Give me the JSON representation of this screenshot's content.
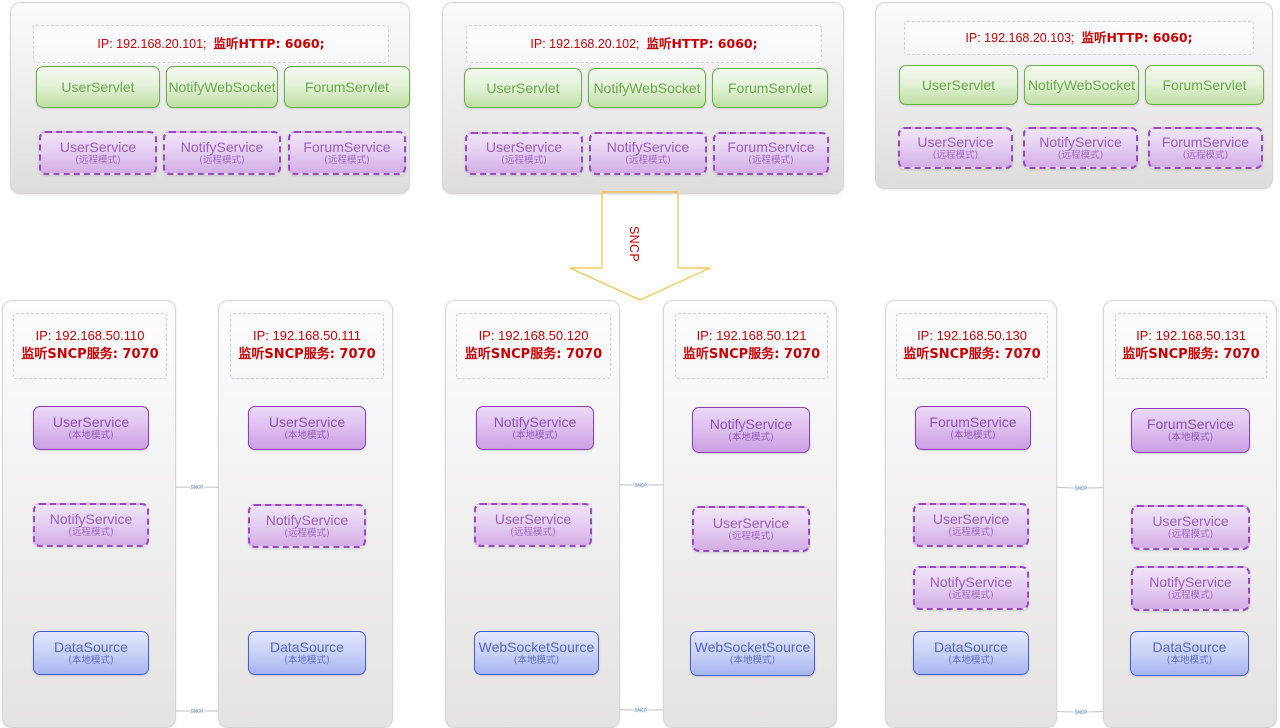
{
  "diagram": {
    "protocol_label": "SNCP",
    "link_label": "SNCP",
    "mode_local": "(本地模式)",
    "mode_remote": "(远程模式)",
    "colors": {
      "ip_text": "#cc0000",
      "servlet_border": "#6ab04a",
      "servlet_text": "#6aaa4d",
      "service_border": "#8b3fb8",
      "service_text": "#8e52b5",
      "datasource_border": "#4a5fcf",
      "datasource_text": "#5566c4",
      "arrow": "#f5c13a",
      "link_label": "#3b78c4"
    }
  },
  "tier_web": [
    {
      "ip_line": "IP: 192.168.20.101;　监听HTTP: 6060;",
      "ip_prefix": "IP: 192.168.20.101;",
      "ip_suffix": "监听HTTP: 6060;",
      "servlets": [
        "UserServlet",
        "NotifyWebSocket",
        "ForumServlet"
      ],
      "services": [
        {
          "name": "UserService",
          "mode": "(远程模式)"
        },
        {
          "name": "NotifyService",
          "mode": "(远程模式)"
        },
        {
          "name": "ForumService",
          "mode": "(远程模式)"
        }
      ]
    },
    {
      "ip_line": "IP: 192.168.20.102;　监听HTTP: 6060;",
      "ip_prefix": "IP: 192.168.20.102;",
      "ip_suffix": "监听HTTP: 6060;",
      "servlets": [
        "UserServlet",
        "NotifyWebSocket",
        "ForumServlet"
      ],
      "services": [
        {
          "name": "UserService",
          "mode": "(远程模式)"
        },
        {
          "name": "NotifyService",
          "mode": "(远程模式)"
        },
        {
          "name": "ForumService",
          "mode": "(远程模式)"
        }
      ]
    },
    {
      "ip_line": "IP: 192.168.20.103;　监听HTTP: 6060;",
      "ip_prefix": "IP: 192.168.20.103;",
      "ip_suffix": "监听HTTP: 6060;",
      "servlets": [
        "UserServlet",
        "NotifyWebSocket",
        "ForumServlet"
      ],
      "services": [
        {
          "name": "UserService",
          "mode": "(远程模式)"
        },
        {
          "name": "NotifyService",
          "mode": "(远程模式)"
        },
        {
          "name": "ForumService",
          "mode": "(远程模式)"
        }
      ]
    }
  ],
  "tier_service": [
    {
      "ip_l1": "IP: 192.168.50.110",
      "ip_l2": "监听SNCP服务: 7070",
      "components": [
        {
          "name": "UserService",
          "mode": "(本地模式)",
          "kind": "svc-local"
        },
        {
          "name": "NotifyService",
          "mode": "(远程模式)",
          "kind": "svc-remote"
        },
        {
          "name": "DataSource",
          "mode": "(本地模式)",
          "kind": "ds-local"
        }
      ]
    },
    {
      "ip_l1": "IP: 192.168.50.111",
      "ip_l2": "监听SNCP服务: 7070",
      "components": [
        {
          "name": "UserService",
          "mode": "(本地模式)",
          "kind": "svc-local"
        },
        {
          "name": "NotifyService",
          "mode": "(远程模式)",
          "kind": "svc-remote"
        },
        {
          "name": "DataSource",
          "mode": "(本地模式)",
          "kind": "ds-local"
        }
      ]
    },
    {
      "ip_l1": "IP: 192.168.50.120",
      "ip_l2": "监听SNCP服务: 7070",
      "components": [
        {
          "name": "NotifyService",
          "mode": "(本地模式)",
          "kind": "svc-local"
        },
        {
          "name": "UserService",
          "mode": "(远程模式)",
          "kind": "svc-remote"
        },
        {
          "name": "WebSocketSource",
          "mode": "(本地模式)",
          "kind": "ds-local"
        }
      ]
    },
    {
      "ip_l1": "IP: 192.168.50.121",
      "ip_l2": "监听SNCP服务: 7070",
      "components": [
        {
          "name": "NotifyService",
          "mode": "(本地模式)",
          "kind": "svc-local"
        },
        {
          "name": "UserService",
          "mode": "(远程模式)",
          "kind": "svc-remote"
        },
        {
          "name": "WebSocketSource",
          "mode": "(本地模式)",
          "kind": "ds-local"
        }
      ]
    },
    {
      "ip_l1": "IP: 192.168.50.130",
      "ip_l2": "监听SNCP服务: 7070",
      "components": [
        {
          "name": "ForumService",
          "mode": "(本地模式)",
          "kind": "svc-local"
        },
        {
          "name": "UserService",
          "mode": "(远程模式)",
          "kind": "svc-remote"
        },
        {
          "name": "NotifyService",
          "mode": "(远程模式)",
          "kind": "svc-remote"
        },
        {
          "name": "DataSource",
          "mode": "(本地模式)",
          "kind": "ds-local"
        }
      ]
    },
    {
      "ip_l1": "IP: 192.168.50.131",
      "ip_l2": "监听SNCP服务: 7070",
      "components": [
        {
          "name": "ForumService",
          "mode": "(本地模式)",
          "kind": "svc-local"
        },
        {
          "name": "UserService",
          "mode": "(远程模式)",
          "kind": "svc-remote"
        },
        {
          "name": "NotifyService",
          "mode": "(远程模式)",
          "kind": "svc-remote"
        },
        {
          "name": "DataSource",
          "mode": "(本地模式)",
          "kind": "ds-local"
        }
      ]
    }
  ],
  "links": [
    {
      "label": "SNCP"
    },
    {
      "label": "SNCP"
    },
    {
      "label": "SNCP"
    },
    {
      "label": "SNCP"
    },
    {
      "label": "SNCP"
    },
    {
      "label": "SNCP"
    }
  ]
}
